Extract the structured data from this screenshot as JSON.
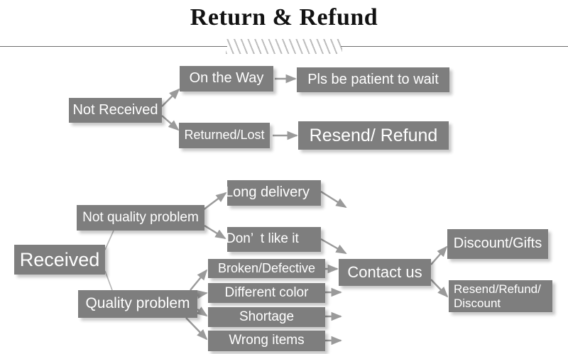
{
  "header": {
    "title": "Return & Refund",
    "divider_icon": "diagonal-hatch-divider"
  },
  "flowchart": {
    "type": "flowchart",
    "node_fill_color": "#7e7e7e",
    "node_text_color": "#ffffff",
    "connector_color": "#9a9a9a",
    "nodes": [
      {
        "id": "not-received",
        "label": "Not Received"
      },
      {
        "id": "on-the-way",
        "label": "On the Way"
      },
      {
        "id": "pls-wait",
        "label": "Pls be patient to wait"
      },
      {
        "id": "returned-lost",
        "label": "Returned/Lost"
      },
      {
        "id": "resend-refund",
        "label": "Resend/ Refund"
      },
      {
        "id": "received",
        "label": "Received"
      },
      {
        "id": "not-quality",
        "label": "Not quality problem"
      },
      {
        "id": "quality",
        "label": "Quality problem"
      },
      {
        "id": "long-delivery",
        "label": "Long delivery"
      },
      {
        "id": "dont-like",
        "label": "Don’  t like it"
      },
      {
        "id": "broken",
        "label": "Broken/Defective"
      },
      {
        "id": "diff-color",
        "label": "Different color"
      },
      {
        "id": "shortage",
        "label": "Shortage"
      },
      {
        "id": "wrong-items",
        "label": "Wrong items"
      },
      {
        "id": "contact-us",
        "label": "Contact us"
      },
      {
        "id": "discount-gifts",
        "label": "Discount/Gifts"
      },
      {
        "id": "resend-disc",
        "label": "Resend/Refund/\nDiscount"
      }
    ],
    "edges": [
      {
        "from": "not-received",
        "to": "on-the-way"
      },
      {
        "from": "not-received",
        "to": "returned-lost"
      },
      {
        "from": "on-the-way",
        "to": "pls-wait"
      },
      {
        "from": "returned-lost",
        "to": "resend-refund"
      },
      {
        "from": "received",
        "to": "not-quality"
      },
      {
        "from": "received",
        "to": "quality"
      },
      {
        "from": "not-quality",
        "to": "long-delivery"
      },
      {
        "from": "not-quality",
        "to": "dont-like"
      },
      {
        "from": "quality",
        "to": "broken"
      },
      {
        "from": "quality",
        "to": "diff-color"
      },
      {
        "from": "quality",
        "to": "shortage"
      },
      {
        "from": "quality",
        "to": "wrong-items"
      },
      {
        "from": "long-delivery",
        "to": "contact-us"
      },
      {
        "from": "dont-like",
        "to": "contact-us"
      },
      {
        "from": "broken",
        "to": "contact-us"
      },
      {
        "from": "diff-color",
        "to": "contact-us"
      },
      {
        "from": "shortage",
        "to": "contact-us"
      },
      {
        "from": "wrong-items",
        "to": "contact-us"
      },
      {
        "from": "contact-us",
        "to": "discount-gifts"
      },
      {
        "from": "contact-us",
        "to": "resend-disc"
      }
    ]
  }
}
